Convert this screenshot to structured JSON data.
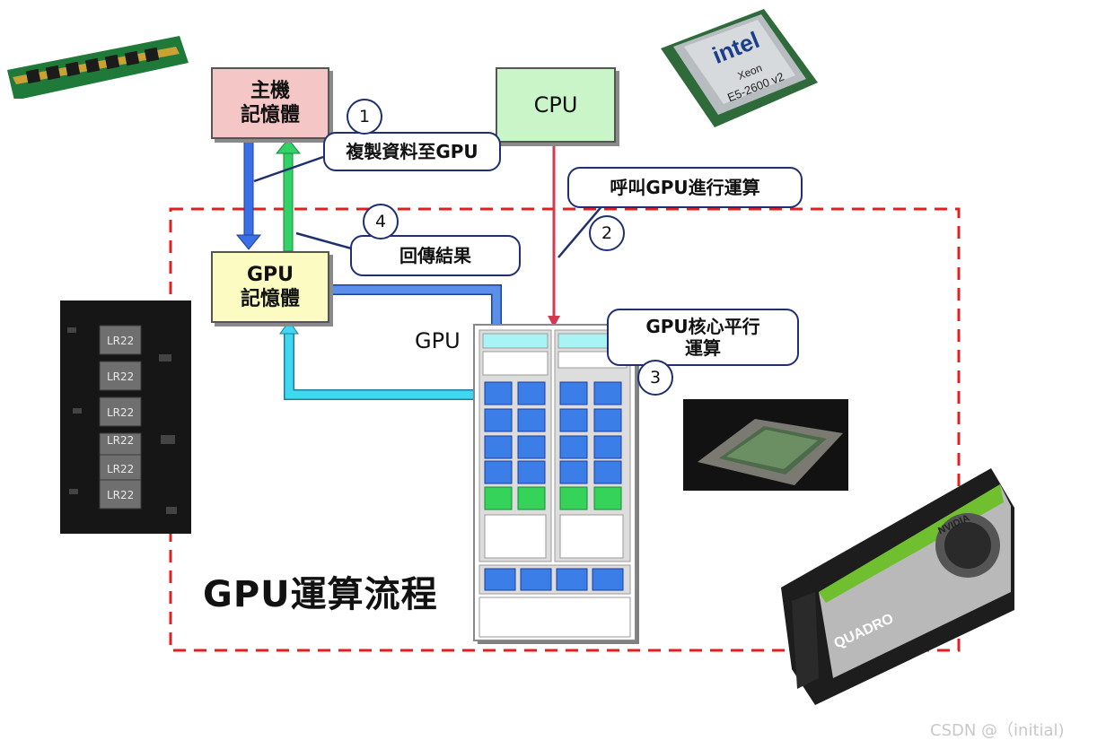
{
  "boxes": {
    "host_memory": "主機\n記憶體",
    "cpu": "CPU",
    "gpu_memory": "GPU\n記憶體"
  },
  "callouts": {
    "copy_data": "複製資料至GPU",
    "call_gpu": "呼叫GPU進行運算",
    "return_result": "回傳結果",
    "parallel": "GPU核心平行\n運算"
  },
  "steps": [
    "1",
    "2",
    "3",
    "4"
  ],
  "gpu_label": "GPU",
  "flow_title": "GPU運算流程",
  "watermark": "CSDN @（initial)",
  "photos": {
    "ram_stick": "ram-stick-image",
    "cpu_chip": "intel-xeon-image",
    "cpu_chip_text": [
      "intel",
      "Xeon",
      "E5-2600 v2"
    ],
    "gpu_board_closeup": "lr22-inductor-board-image",
    "board_inductor_labels": [
      "LR22",
      "LR22",
      "LR22",
      "LR22",
      "LR22",
      "LR22"
    ],
    "gpu_die": "gpu-die-image",
    "graphics_card": "quadro-card-image",
    "card_text": [
      "QUADRO",
      "NVIDIA"
    ]
  },
  "colors": {
    "host_memory_fill": "#f5c6c6",
    "cpu_fill": "#c9f5c9",
    "gpu_memory_fill": "#fbfbc2",
    "copy_arrow": "#3a6fe6",
    "return_arrow": "#33d166",
    "cpu_call_arrow": "#d23a52",
    "core_feed_arrow": "#5a90ea",
    "result_arrow": "#40d8f0",
    "dash_border": "#e02020",
    "core_blue": "#3b7ee8",
    "core_green": "#35d35a"
  }
}
